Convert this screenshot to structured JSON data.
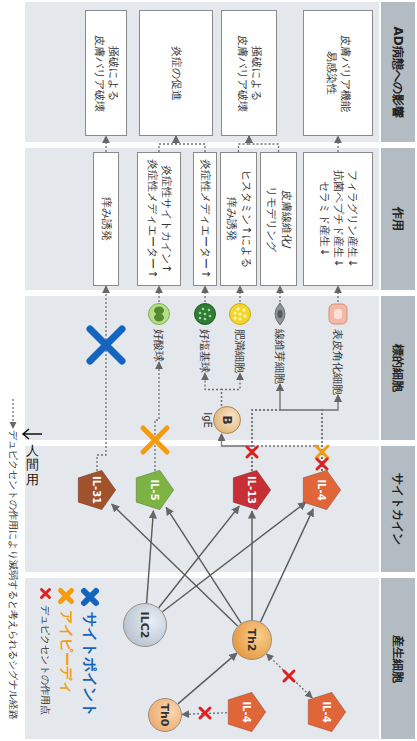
{
  "diagram": {
    "nodes": [
      {
        "text": [
          "AD病態への影響"
        ]
      },
      {
        "text": [
          "作用"
        ]
      },
      {
        "text": [
          "標的細胞"
        ]
      },
      {
        "text": [
          "サイトカイン"
        ]
      },
      {
        "text": [
          "産生細胞"
        ]
      },
      {
        "text": [
          "皮膚バリア機能 易感染性"
        ]
      },
      {
        "text": [
          "掻破による 皮膚バリア破壊"
        ]
      },
      {
        "text": [
          "炎症の促進"
        ]
      },
      {
        "text": [
          "掻破による 皮膚バリア破壊"
        ]
      },
      {
        "text": [
          "フィラグリン産生↓ 抗菌ペプチド産生↓ セラミド産生↓"
        ]
      },
      {
        "text": [
          "皮膚線維化/ リモデリング"
        ]
      },
      {
        "text": [
          "ヒスタミン↑による 痒み誘発"
        ]
      },
      {
        "text": [
          "炎症性メディエーター↑"
        ]
      },
      {
        "text": [
          "炎症性サイトカイン↑ 炎症性メディエーター↑"
        ]
      },
      {
        "text": [
          "痒み誘発"
        ]
      },
      {
        "text": [
          "表皮角化細胞"
        ]
      },
      {
        "text": [
          "線維芽細胞"
        ]
      },
      {
        "text": [
          "肥満細胞"
        ]
      },
      {
        "text": [
          "B",
          "IgE"
        ]
      },
      {
        "text": [
          "好塩基球"
        ]
      },
      {
        "text": [
          "好酸球"
        ]
      },
      {
        "text": [
          "IL-4"
        ]
      },
      {
        "text": [
          "IL-13"
        ]
      },
      {
        "text": [
          "IL-5"
        ]
      },
      {
        "text": [
          "IL-31"
        ]
      },
      {
        "text": [
          "IL-4"
        ]
      },
      {
        "text": [
          "IL-4"
        ]
      },
      {
        "text": [
          "Th0"
        ]
      },
      {
        "text": [
          "Th2"
        ]
      },
      {
        "text": [
          "ILC2"
        ]
      }
    ],
    "edges": [
      {
        "from": 9,
        "to": 5,
        "arrow": "to"
      },
      {
        "from": 10,
        "to": 6,
        "arrow": "to"
      },
      {
        "from": 11,
        "to": 6,
        "arrow": "to"
      },
      {
        "from": 12,
        "to": 7,
        "arrow": "to"
      },
      {
        "from": 13,
        "to": 7,
        "arrow": "to"
      },
      {
        "from": 14,
        "to": 8,
        "arrow": "to"
      },
      {
        "from": 15,
        "to": 9,
        "arrow": "to"
      },
      {
        "from": 16,
        "to": 10,
        "arrow": "to"
      },
      {
        "from": 17,
        "to": 11,
        "arrow": "to"
      },
      {
        "from": 19,
        "to": 12,
        "arrow": "to"
      },
      {
        "from": 20,
        "to": 13,
        "arrow": "to"
      },
      {
        "from": 18,
        "to": 17,
        "arrow": "to"
      },
      {
        "from": 18,
        "to": 19,
        "arrow": "to"
      },
      {
        "from": 21,
        "to": 15,
        "arrow": "to"
      },
      {
        "from": 21,
        "to": 16,
        "arrow": "to"
      },
      {
        "from": 21,
        "to": 18,
        "arrow": "to"
      },
      {
        "from": 22,
        "to": 15,
        "arrow": "to"
      },
      {
        "from": 22,
        "to": 16,
        "arrow": "to"
      },
      {
        "from": 22,
        "to": 18,
        "arrow": "to"
      },
      {
        "from": 23,
        "to": 20,
        "arrow": "to"
      },
      {
        "from": 24,
        "to": 14,
        "arrow": "to"
      },
      {
        "from": 28,
        "to": 21,
        "arrow": "to"
      },
      {
        "from": 28,
        "to": 22,
        "arrow": "to"
      },
      {
        "from": 28,
        "to": 23,
        "arrow": "to"
      },
      {
        "from": 28,
        "to": 24,
        "arrow": "to"
      },
      {
        "from": 29,
        "to": 21,
        "arrow": "to"
      },
      {
        "from": 29,
        "to": 22,
        "arrow": "to"
      },
      {
        "from": 29,
        "to": 23,
        "arrow": "to"
      },
      {
        "from": 27,
        "to": 28,
        "arrow": "to"
      },
      {
        "from": 26,
        "to": 27,
        "arrow": "to"
      },
      {
        "from": 25,
        "to": 28,
        "arrow": "both"
      }
    ],
    "labels": [
      "人間用"
    ],
    "legend": [
      {
        "text": "サイトポイント"
      },
      {
        "text": "アイピーディ"
      },
      {
        "text": "デュピクセントの作用点"
      },
      {
        "text": "デュピクセントの作用により減弱すると考えられるシグナル経路"
      }
    ]
  }
}
